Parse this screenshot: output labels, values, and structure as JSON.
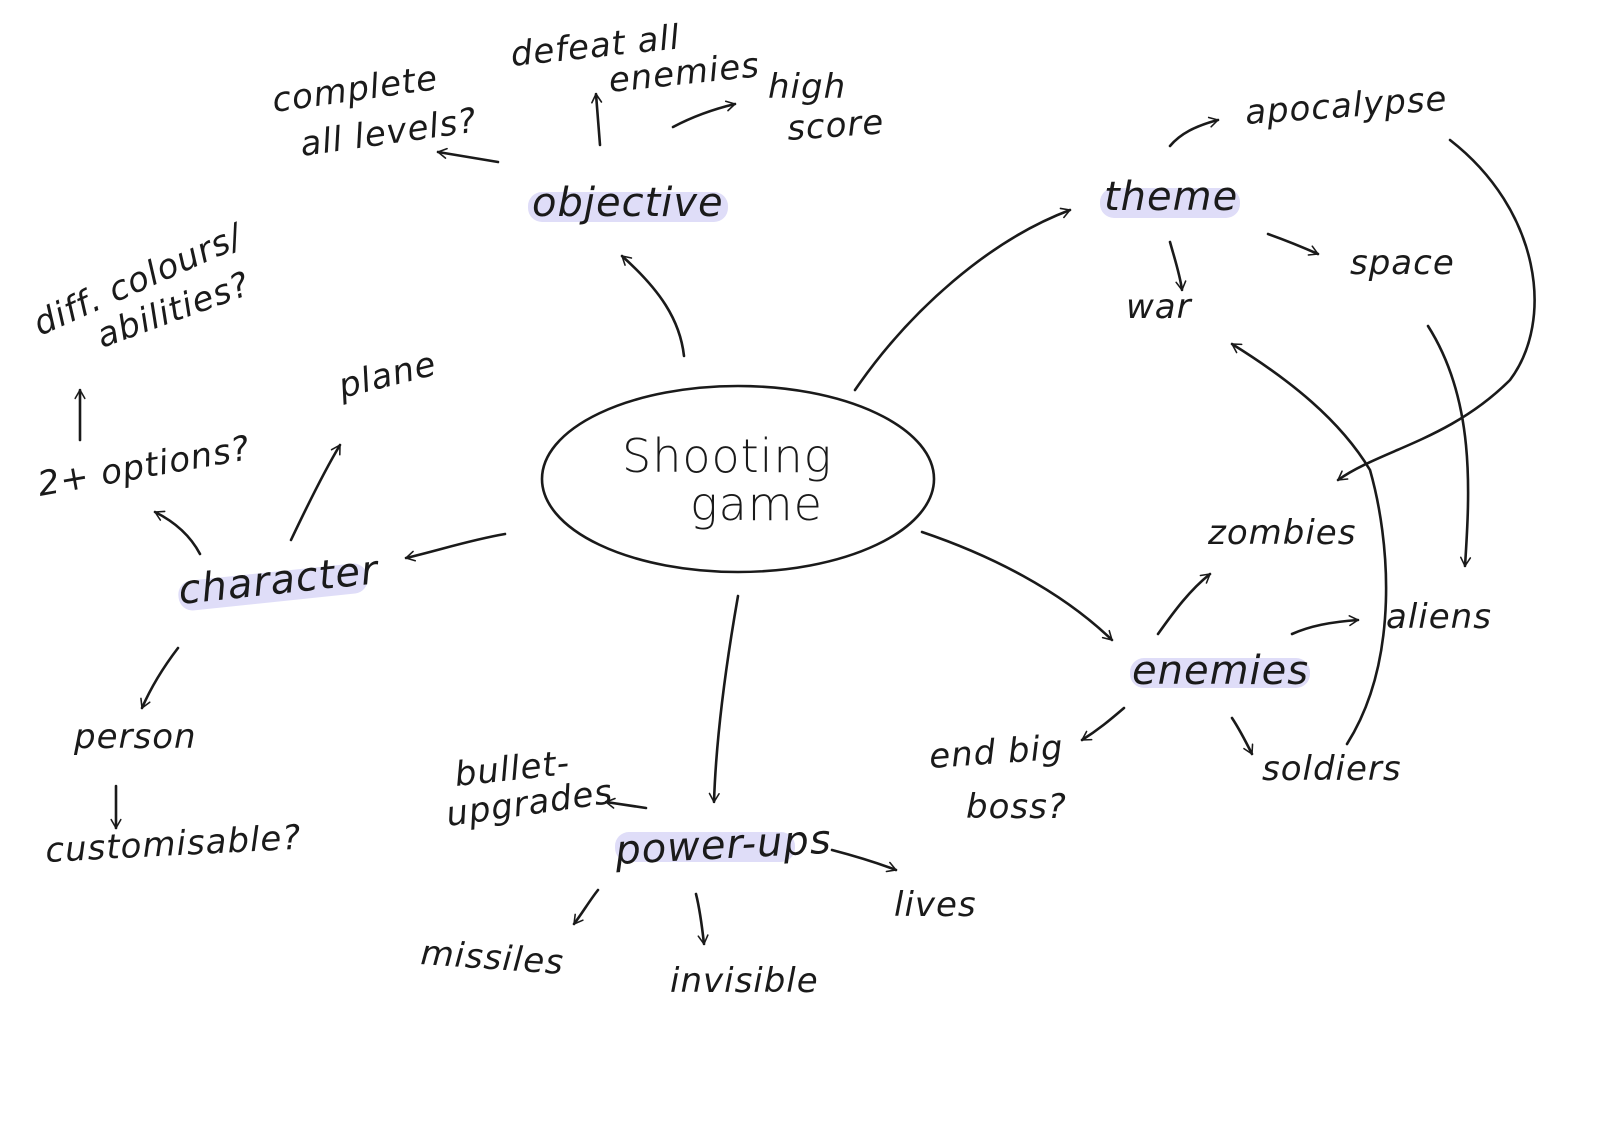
{
  "colors": {
    "ink": "#1a1a1a",
    "highlight": "#d9d7f7",
    "background": "#ffffff"
  },
  "center": {
    "line1": "Shooting",
    "line2": "game"
  },
  "objective": {
    "label": "objective",
    "complete_1": "complete",
    "complete_2": "all levels?",
    "defeat_1": "defeat all",
    "defeat_2": "enemies",
    "score_1": "high",
    "score_2": "score"
  },
  "theme": {
    "label": "theme",
    "apocalypse": "apocalypse",
    "war": "war",
    "space": "space"
  },
  "character": {
    "label": "character",
    "diff_1": "diff. colours/",
    "diff_2": "abilities?",
    "options": "2+ options?",
    "plane": "plane",
    "person": "person",
    "customisable": "customisable?"
  },
  "enemies": {
    "label": "enemies",
    "zombies": "zombies",
    "aliens": "aliens",
    "soldiers": "soldiers",
    "boss_1": "end big",
    "boss_2": "boss?"
  },
  "powerups": {
    "label": "power-ups",
    "bullet_1": "bullet-",
    "bullet_2": "upgrades",
    "missiles": "missiles",
    "invisible": "invisible",
    "lives": "lives"
  }
}
